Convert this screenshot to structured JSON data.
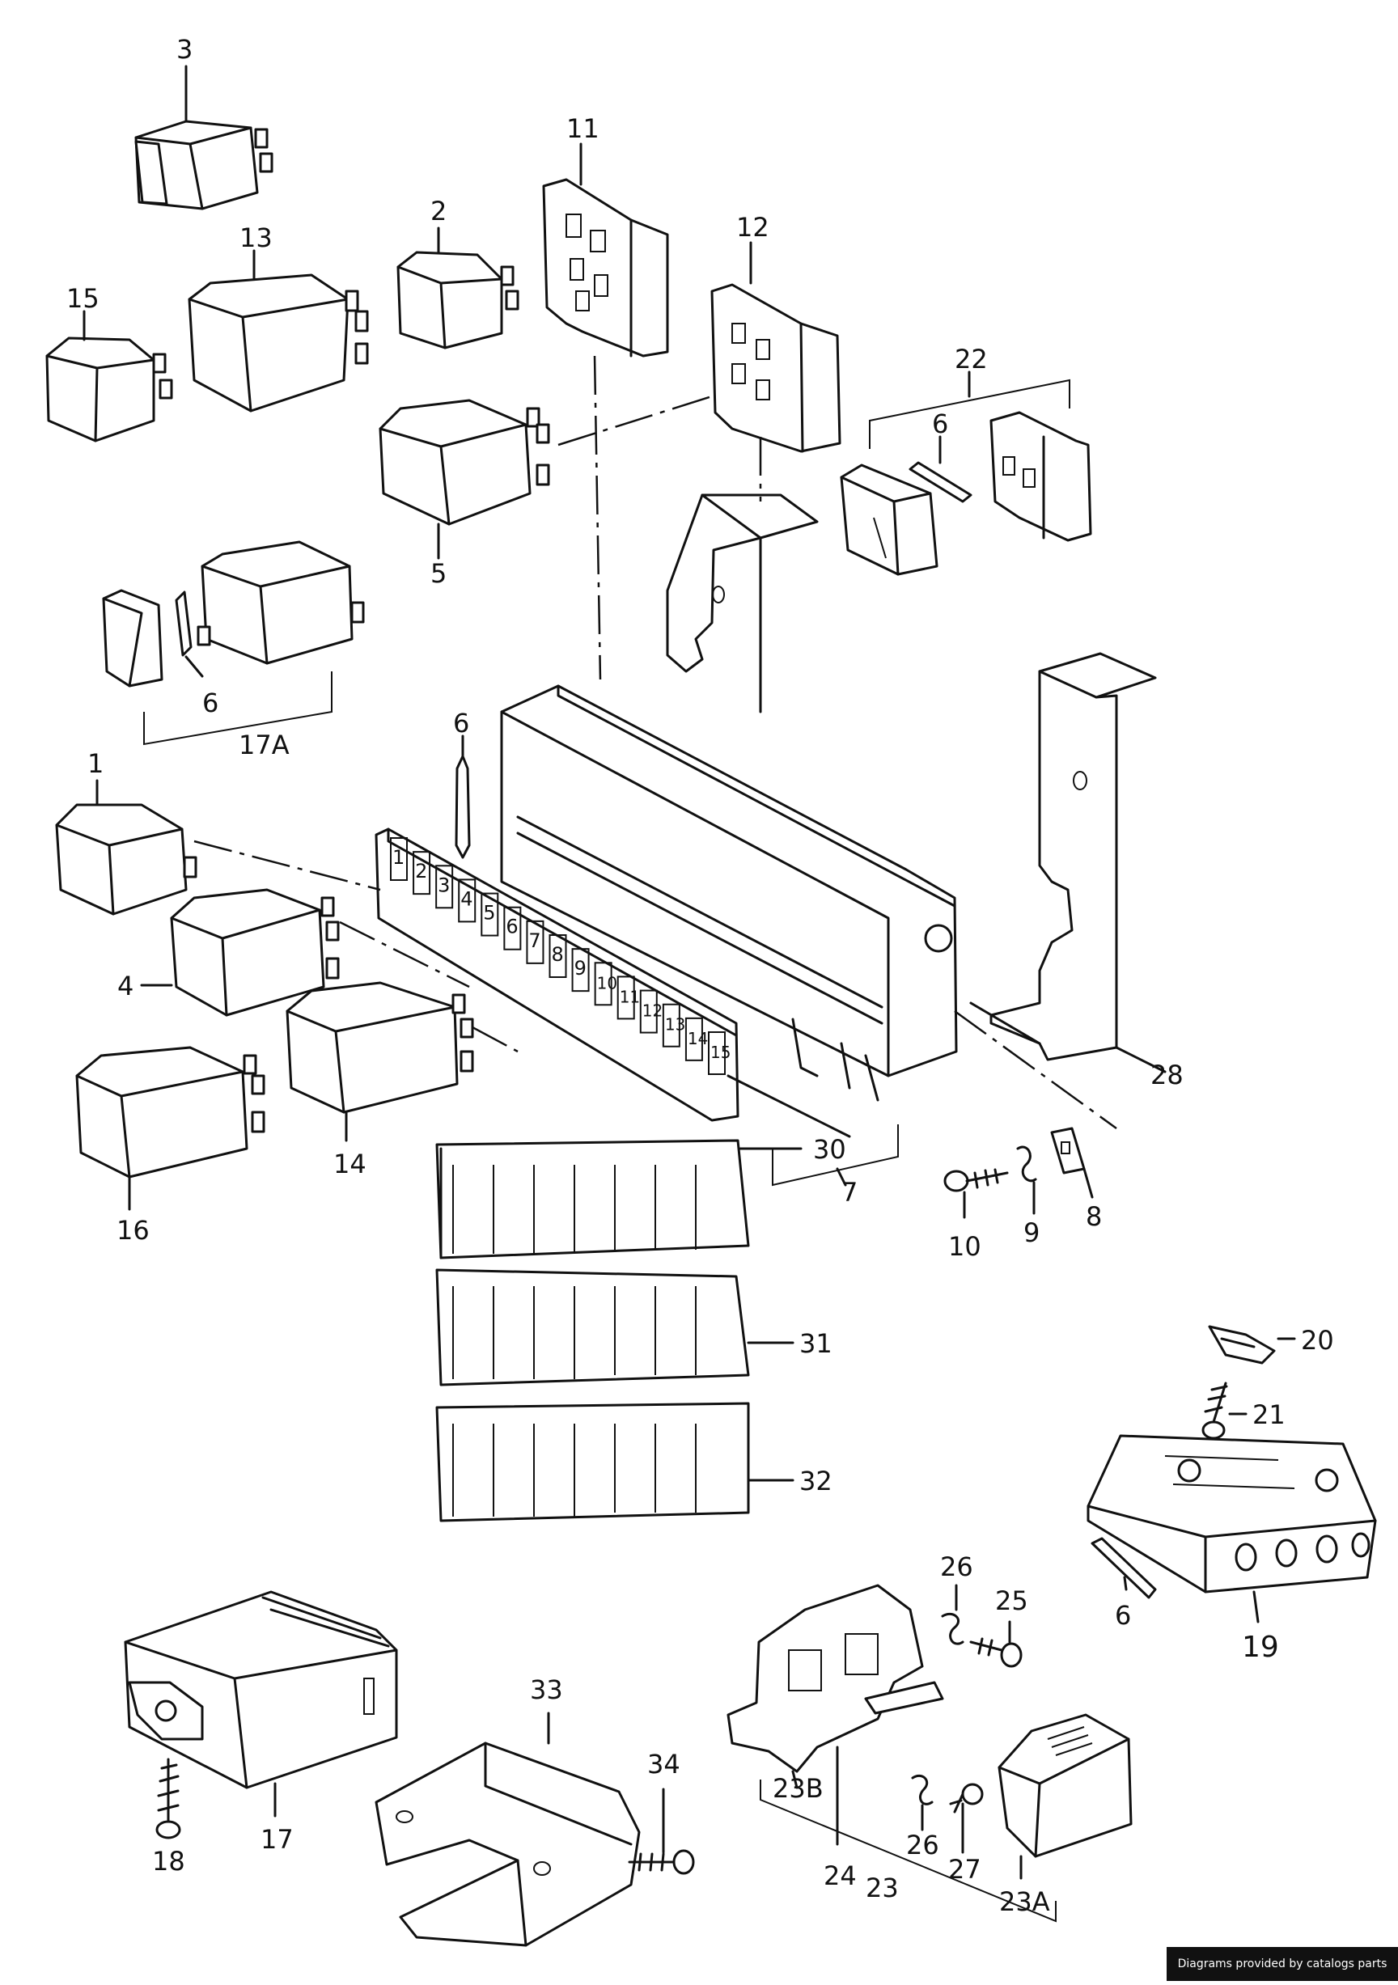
{
  "diagram": {
    "callouts": {
      "n1": "1",
      "n2": "2",
      "n3": "3",
      "n4": "4",
      "n5": "5",
      "n6a": "6",
      "n6b": "6",
      "n6c": "6",
      "n6d": "6",
      "n7": "7",
      "n8": "8",
      "n9": "9",
      "n10": "10",
      "n11": "11",
      "n12": "12",
      "n13": "13",
      "n14": "14",
      "n15": "15",
      "n16": "16",
      "n17": "17",
      "n17a": "17A",
      "n18": "18",
      "n19": "19",
      "n20": "20",
      "n21": "21",
      "n22": "22",
      "n23": "23",
      "n23a": "23A",
      "n23b": "23B",
      "n24": "24",
      "n25": "25",
      "n26a": "26",
      "n26b": "26",
      "n27": "27",
      "n28": "28",
      "n30": "30",
      "n31": "31",
      "n32": "32",
      "n33": "33",
      "n34": "34"
    },
    "fuse_slots": [
      "1",
      "2",
      "3",
      "4",
      "5",
      "6",
      "7",
      "8",
      "9",
      "10",
      "11",
      "12",
      "13",
      "14",
      "15"
    ]
  },
  "footer": {
    "credit": "Diagrams provided by catalogs parts"
  }
}
